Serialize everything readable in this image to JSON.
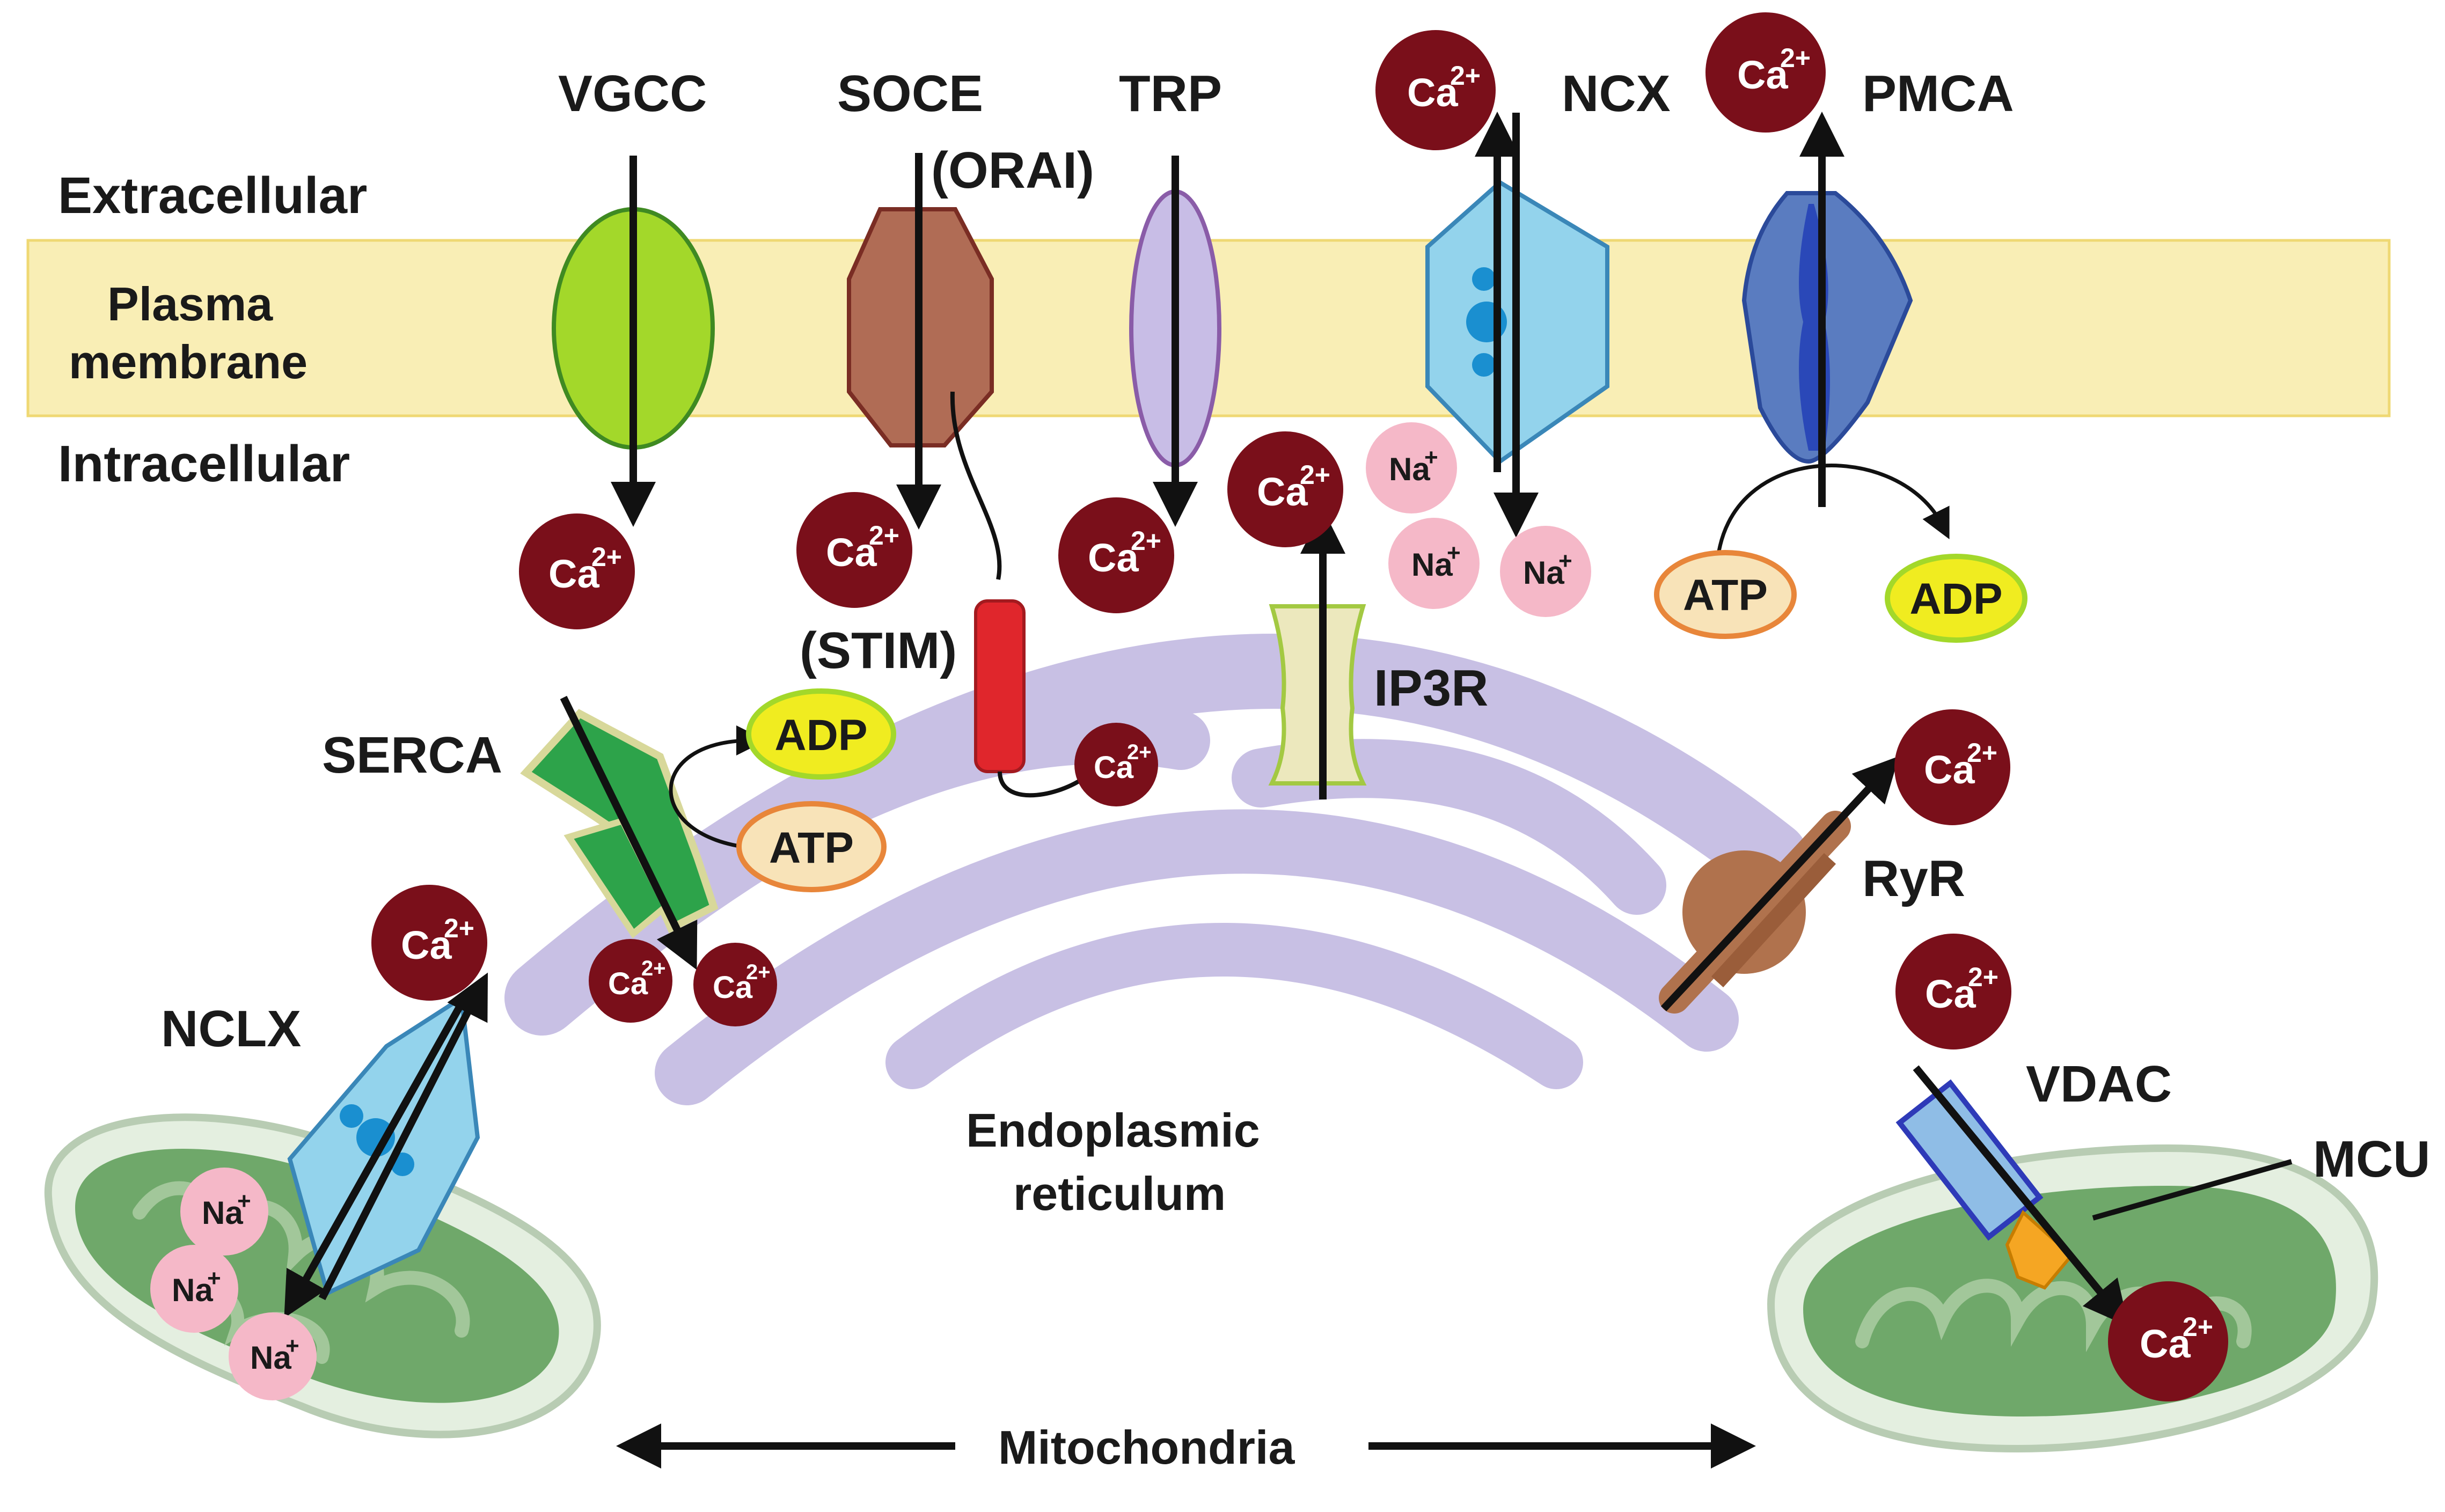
{
  "regions": {
    "extracellular": "Extracellular",
    "membrane_line1": "Plasma",
    "membrane_line2": "membrane",
    "intracellular": "Intracellular"
  },
  "channels": {
    "vgcc": "VGCC",
    "soce": "SOCE",
    "orai": "(ORAI)",
    "trp": "TRP",
    "ncx": "NCX",
    "pmca": "PMCA",
    "stim": "(STIM)",
    "serca": "SERCA",
    "ip3r": "IP3R",
    "ryr": "RyR",
    "nclx": "NCLX",
    "vdac": "VDAC",
    "mcu": "MCU"
  },
  "organelles": {
    "er_line1": "Endoplasmic",
    "er_line2": "reticulum",
    "mitochondria": "Mitochondria"
  },
  "ions": {
    "ca": "Ca",
    "ca_charge": "2+",
    "na": "Na",
    "na_charge": "+"
  },
  "nucleotides": {
    "atp": "ATP",
    "adp": "ADP"
  },
  "colors": {
    "membrane": "#f9eeb5",
    "calcium": "#7a0f1a",
    "sodium": "#f5b8c8",
    "er": "#c8c0e4",
    "mito_matrix": "#6fa86a",
    "vgcc": "#a3d82a",
    "soce": "#b06c55",
    "trp": "#c8bde6",
    "ncx": "#93d3ec",
    "pmca": "#5a7cc0",
    "serca": "#2da34a",
    "stim": "#e0262c",
    "ip3r": "#ece8bd",
    "ryr": "#b0724d",
    "vdac": "#8fbde6",
    "mcu": "#f5a623",
    "atp": "#f8e3b8",
    "adp": "#f0ec20"
  }
}
